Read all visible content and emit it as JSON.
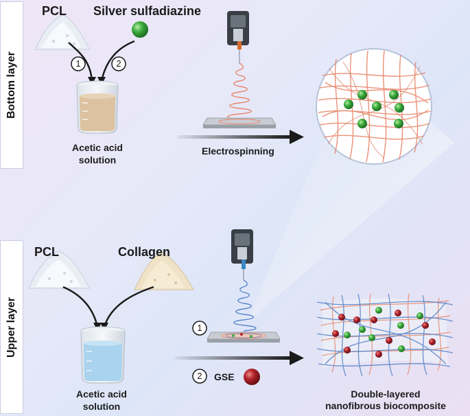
{
  "bottom_layer": {
    "side_label": "Bottom layer",
    "ingredient_1": "PCL",
    "ingredient_2": "Silver sulfadiazine",
    "step_1": "1",
    "step_2": "2",
    "solution_line1": "Acetic acid",
    "solution_line2": "solution",
    "process": "Electrospinning"
  },
  "upper_layer": {
    "side_label": "Upper layer",
    "ingredient_1": "PCL",
    "ingredient_2": "Collagen",
    "solution_line1": "Acetic acid",
    "solution_line2": "solution",
    "step_1": "1",
    "step_2": "2",
    "additive": "GSE",
    "product_line1": "Double-layered",
    "product_line2": "nanofibrous biocomposite"
  },
  "colors": {
    "fiber_orange": "#e8866a",
    "fiber_blue": "#5b86c9",
    "silver_particle": "#3fae3f",
    "gse_particle": "#b3242b",
    "arrow": "#1a1a1a"
  }
}
